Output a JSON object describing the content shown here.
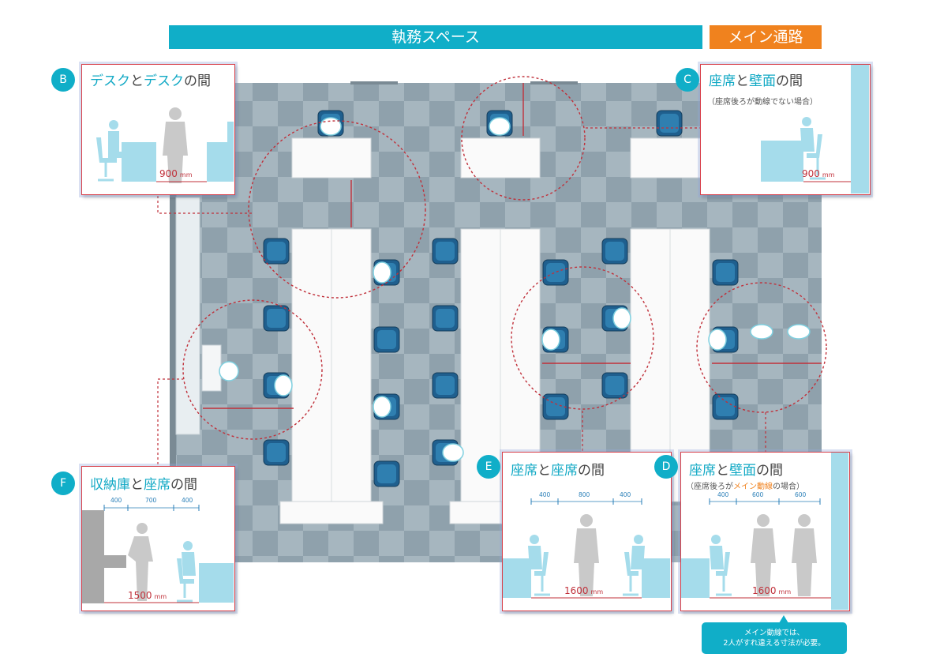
{
  "header": {
    "work_space": "執務スペース",
    "main_aisle": "メイン通路",
    "colors": {
      "work": "#10aec8",
      "main": "#f0821e",
      "dim_line": "#c0303a"
    }
  },
  "panels": {
    "B": {
      "badge": "B",
      "t1": "デスク",
      "t2": "と",
      "t3": "デスク",
      "t4": "の間",
      "value": "900",
      "unit": "mm"
    },
    "C": {
      "badge": "C",
      "t1": "座席",
      "t2": "と",
      "t3": "壁面",
      "t4": "の間",
      "sub": "（座席後ろが動線でない場合）",
      "value": "900",
      "unit": "mm"
    },
    "F": {
      "badge": "F",
      "t1": "収納庫",
      "t2": "と",
      "t3": "座席",
      "t4": "の間",
      "d1": "400",
      "d2": "700",
      "d3": "400",
      "value": "1500",
      "unit": "mm"
    },
    "E": {
      "badge": "E",
      "t1": "座席",
      "t2": "と",
      "t3": "座席",
      "t4": "の間",
      "d1": "400",
      "d2": "800",
      "d3": "400",
      "value": "1600",
      "unit": "mm"
    },
    "D": {
      "badge": "D",
      "t1": "座席",
      "t2": "と",
      "t3": "壁面",
      "t4": "の間",
      "sub_a": "（座席後ろが",
      "sub_b": "メイン動線",
      "sub_c": "の場合）",
      "d1": "400",
      "d2": "600",
      "d3": "600",
      "value": "1600",
      "unit": "mm"
    }
  },
  "note": {
    "line1": "メイン動線では、",
    "line2": "2人がすれ違える寸法が必要。"
  }
}
